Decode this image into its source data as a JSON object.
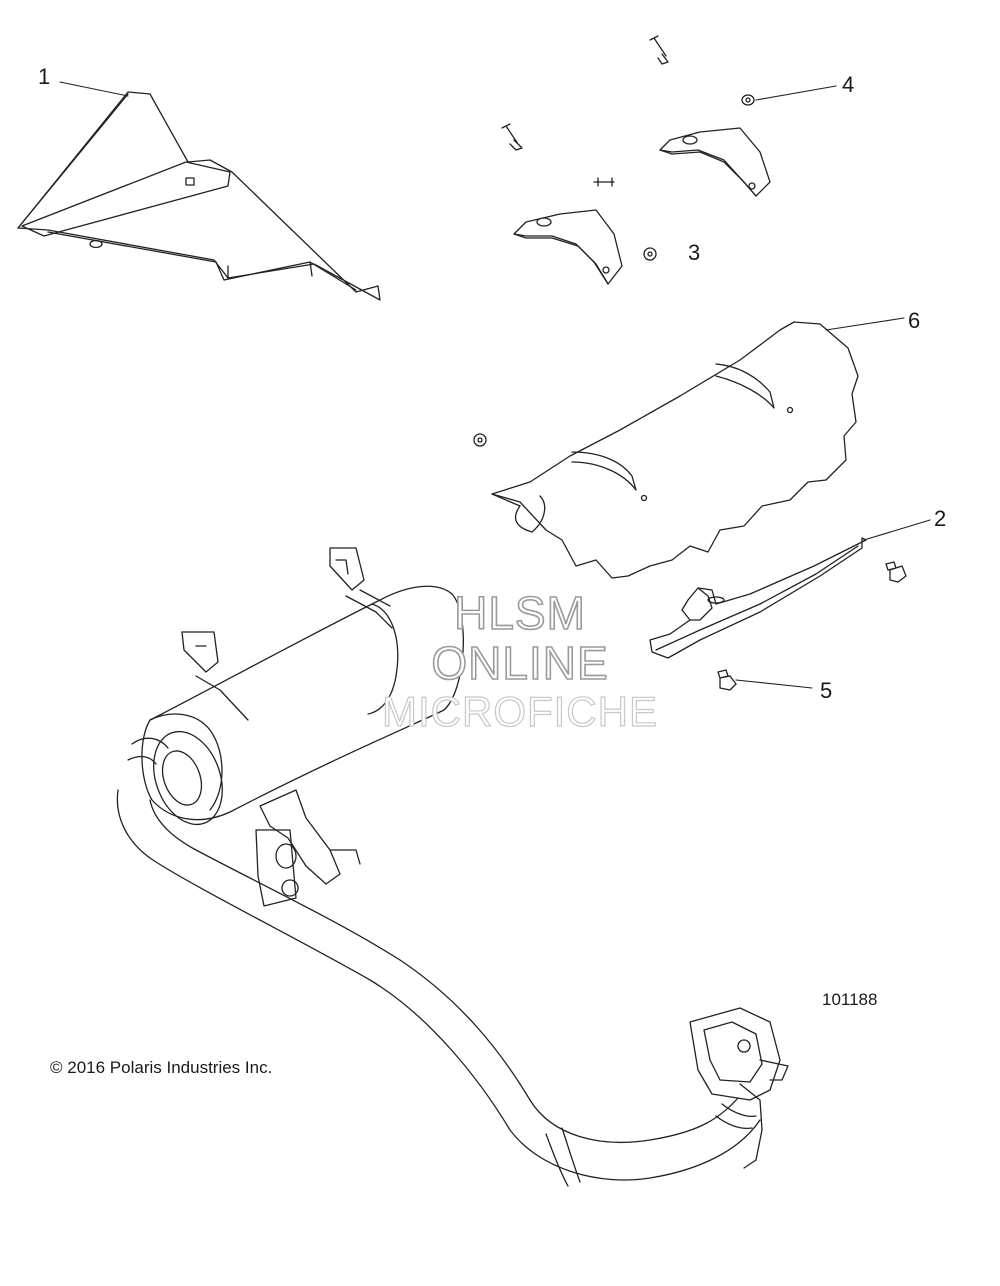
{
  "callouts": [
    {
      "id": "1",
      "label": "1"
    },
    {
      "id": "2",
      "label": "2"
    },
    {
      "id": "3",
      "label": "3"
    },
    {
      "id": "4",
      "label": "4"
    },
    {
      "id": "5",
      "label": "5"
    },
    {
      "id": "6",
      "label": "6"
    }
  ],
  "figure_id": "101188",
  "copyright": "© 2016 Polaris Industries Inc.",
  "watermark": {
    "line1": "HLSM",
    "line2": "ONLINE",
    "line3": "MICROFICHE"
  },
  "colors": {
    "line": "#222222",
    "watermark_outline": "#9a9a9a",
    "background": "#ffffff"
  }
}
